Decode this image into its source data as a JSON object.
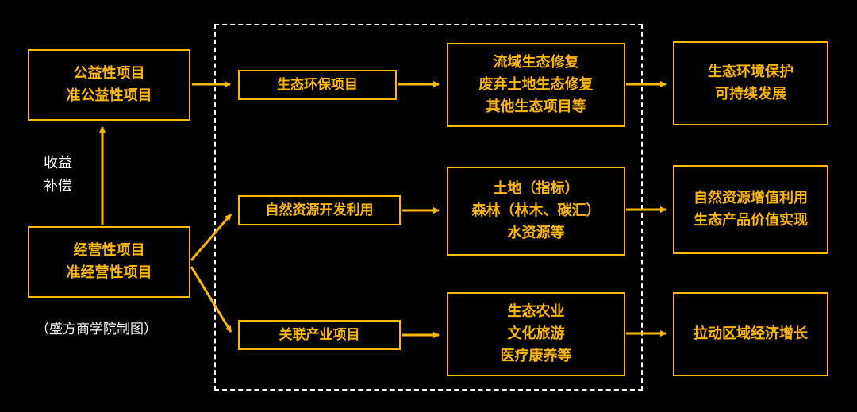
{
  "colors": {
    "background": "#000000",
    "accent": "#ffb800",
    "text_light": "#ffffff"
  },
  "left_column": {
    "public_box": "公益性项目\n准公益性项目",
    "flow_label": "收益\n补偿",
    "operational_box": "经营性项目\n准经营性项目",
    "caption": "（盛方商学院制图）"
  },
  "middle_column": {
    "eco_protection": "生态环保项目",
    "natural_resources": "自然资源开发利用",
    "related_industry": "关联产业项目"
  },
  "detail_column": {
    "eco_projects": "流域生态修复\n废弃土地生态修复\n其他生态项目等",
    "resource_items": "土地（指标）\n森林（林木、碳汇）\n水资源等",
    "industry_items": "生态农业\n文化旅游\n医疗康养等"
  },
  "outcome_column": {
    "eco_outcome": "生态环境保护\n可持续发展",
    "resource_outcome": "自然资源增值利用\n生态产品价值实现",
    "economy_outcome": "拉动区域经济增长"
  }
}
